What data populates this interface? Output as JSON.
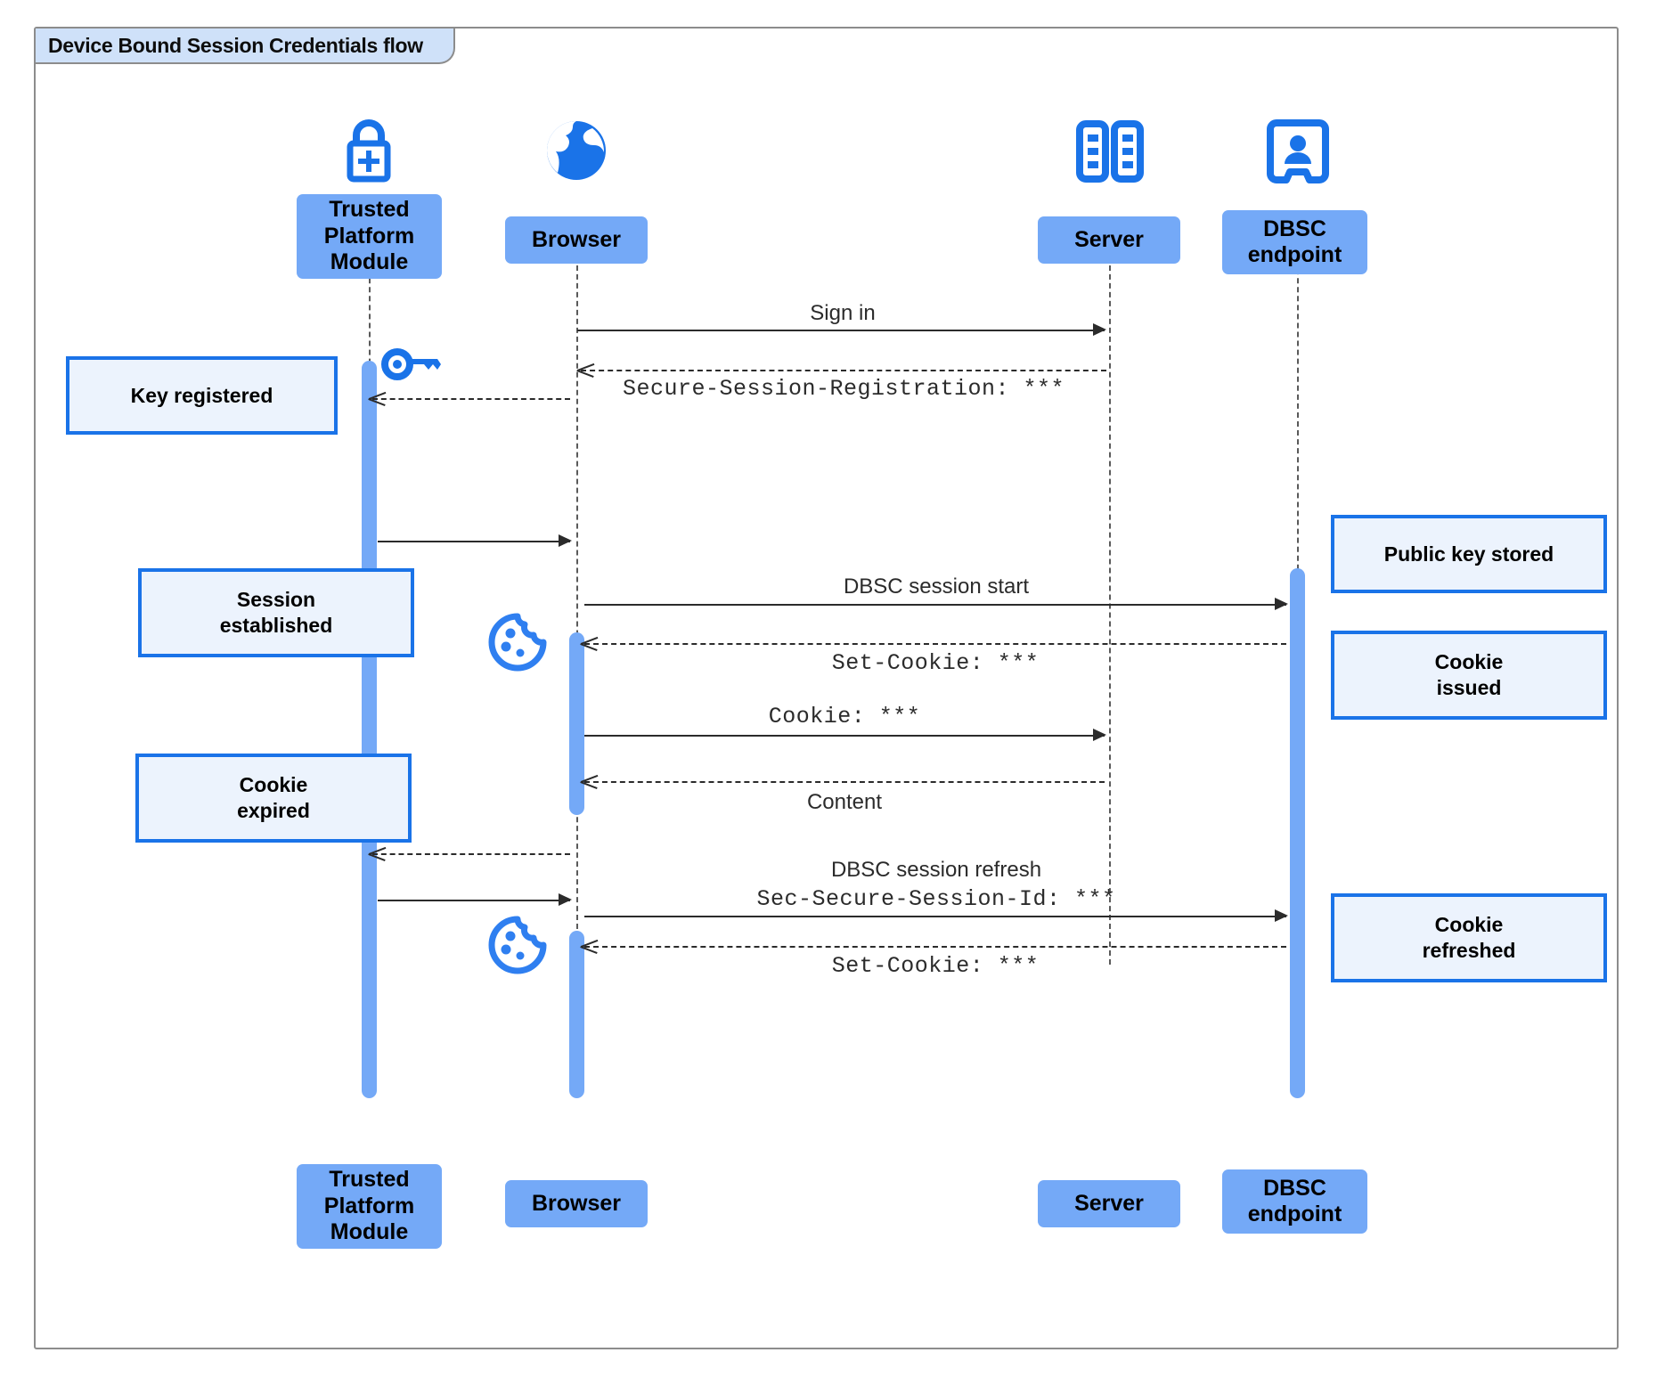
{
  "diagram": {
    "title": "Device Bound Session Credentials flow",
    "colors": {
      "participant_fill": "#74a9f7",
      "note_fill": "#ecf3fd",
      "note_border": "#1a73e8",
      "icon_blue": "#1a73e8",
      "activation": "#74a9f7",
      "frame_border": "#8c8c8c",
      "tab_fill": "#cfe1f9"
    }
  },
  "participants": [
    {
      "id": "tpm",
      "label": "Trusted\nPlatform\nModule",
      "line1": "Trusted",
      "line2": "Platform",
      "line3": "Module",
      "icon": "lock-plus-icon"
    },
    {
      "id": "browser",
      "label": "Browser",
      "line1": "Browser",
      "icon": "globe-icon"
    },
    {
      "id": "server",
      "label": "Server",
      "line1": "Server",
      "icon": "server-rack-icon"
    },
    {
      "id": "dbsc",
      "label": "DBSC\nendpoint",
      "line1": "DBSC",
      "line2": "endpoint",
      "icon": "id-badge-icon"
    }
  ],
  "messages": [
    {
      "id": "m1",
      "from": "browser",
      "to": "server",
      "style": "solid",
      "label_sans": "Sign in",
      "label_mono": ""
    },
    {
      "id": "m2",
      "from": "server",
      "to": "browser",
      "style": "dashed",
      "label_sans": "",
      "label_mono": "Secure-Session-Registration: ***"
    },
    {
      "id": "m3",
      "from": "browser",
      "to": "tpm",
      "style": "dashed",
      "label_sans": "",
      "label_mono": ""
    },
    {
      "id": "m4",
      "from": "tpm",
      "to": "browser",
      "style": "solid",
      "label_sans": "",
      "label_mono": ""
    },
    {
      "id": "m5",
      "from": "browser",
      "to": "dbsc",
      "style": "solid",
      "label_sans": "DBSC session start",
      "label_mono": ""
    },
    {
      "id": "m6",
      "from": "dbsc",
      "to": "browser",
      "style": "dashed",
      "label_sans": "",
      "label_mono": "Set-Cookie: ***"
    },
    {
      "id": "m7",
      "from": "browser",
      "to": "server",
      "style": "solid",
      "label_sans": "",
      "label_mono": "Cookie: ***"
    },
    {
      "id": "m8",
      "from": "server",
      "to": "browser",
      "style": "dashed",
      "label_sans": "Content",
      "label_mono": ""
    },
    {
      "id": "m9",
      "from": "browser",
      "to": "tpm",
      "style": "dashed",
      "label_sans": "",
      "label_mono": ""
    },
    {
      "id": "m10",
      "from": "tpm",
      "to": "browser",
      "style": "solid",
      "label_sans": "",
      "label_mono": ""
    },
    {
      "id": "m11",
      "from": "browser",
      "to": "dbsc",
      "style": "solid",
      "label_sans": "DBSC session refresh",
      "label_mono": "Sec-Secure-Session-Id: ***"
    },
    {
      "id": "m12",
      "from": "dbsc",
      "to": "browser",
      "style": "dashed",
      "label_sans": "",
      "label_mono": "Set-Cookie: ***"
    }
  ],
  "notes": {
    "key_registered": {
      "line1": "Key registered"
    },
    "session_established": {
      "line1": "Session",
      "line2": "established"
    },
    "cookie_expired": {
      "line1": "Cookie",
      "line2": "expired"
    },
    "public_key_stored": {
      "line1": "Public key stored"
    },
    "cookie_issued": {
      "line1": "Cookie",
      "line2": "issued"
    },
    "cookie_refreshed": {
      "line1": "Cookie",
      "line2": "refreshed"
    }
  },
  "icons": {
    "key": "key-icon",
    "cookie_1": "cookie-icon",
    "cookie_2": "cookie-icon"
  }
}
